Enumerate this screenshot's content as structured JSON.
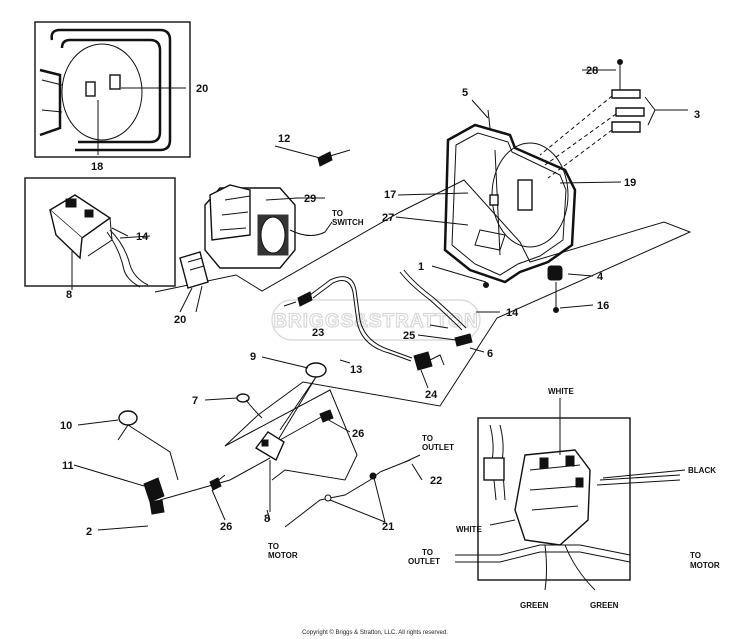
{
  "watermark": "BRIGGS&STRATTON",
  "copyright": "Copyright © Briggs & Stratton, LLC. All rights reserved.",
  "part_labels": {
    "p1": "1",
    "p2": "2",
    "p3": "3",
    "p4": "4",
    "p5": "5",
    "p6": "6",
    "p7": "7",
    "p8a": "8",
    "p8b": "8",
    "p9": "9",
    "p10": "10",
    "p11": "11",
    "p12": "12",
    "p13": "13",
    "p14a": "14",
    "p14b": "14",
    "p16": "16",
    "p17": "17",
    "p18": "18",
    "p19": "19",
    "p20a": "20",
    "p20b": "20",
    "p21": "21",
    "p22": "22",
    "p23": "23",
    "p24": "24",
    "p25": "25",
    "p26a": "26",
    "p26b": "26",
    "p27": "27",
    "p28": "28",
    "p29": "29"
  },
  "callouts": {
    "to_switch_1": "TO",
    "to_switch_2": "SWITCH",
    "to_outlet_1": "TO",
    "to_outlet_2": "OUTLET",
    "to_motor_1": "TO",
    "to_motor_2": "MOTOR",
    "inset_white_top": "WHITE",
    "inset_black": "BLACK",
    "inset_white_left": "WHITE",
    "inset_to_outlet_1": "TO",
    "inset_to_outlet_2": "OUTLET",
    "inset_to_motor_1": "TO",
    "inset_to_motor_2": "MOTOR",
    "inset_green_1": "GREEN",
    "inset_green_2": "GREEN"
  }
}
